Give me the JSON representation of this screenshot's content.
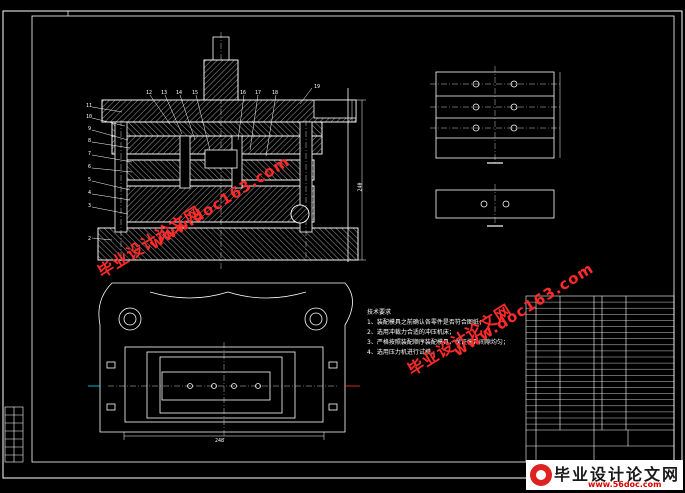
{
  "watermarks": {
    "cn": "毕业设计论文网",
    "url": "www.doc163.com"
  },
  "notes": {
    "title": "技术要求",
    "lines": [
      "1、装配模具之前确认各零件是否符合图纸；",
      "2、选用冲裁力合适的冲压机床；",
      "3、严格按照装配顺序装配模具，保证模具间隙均匀；",
      "4、选用压力机进行试模。"
    ]
  },
  "logo": {
    "title": "毕业设计论文网",
    "url": "www.56doc.com"
  },
  "dimensions": {
    "bottom_width": "248",
    "right_height": "240"
  },
  "colors": {
    "background": "#000000",
    "lines": "#ffffff",
    "watermark": "#ff2a2a",
    "section": "#00ffff"
  }
}
